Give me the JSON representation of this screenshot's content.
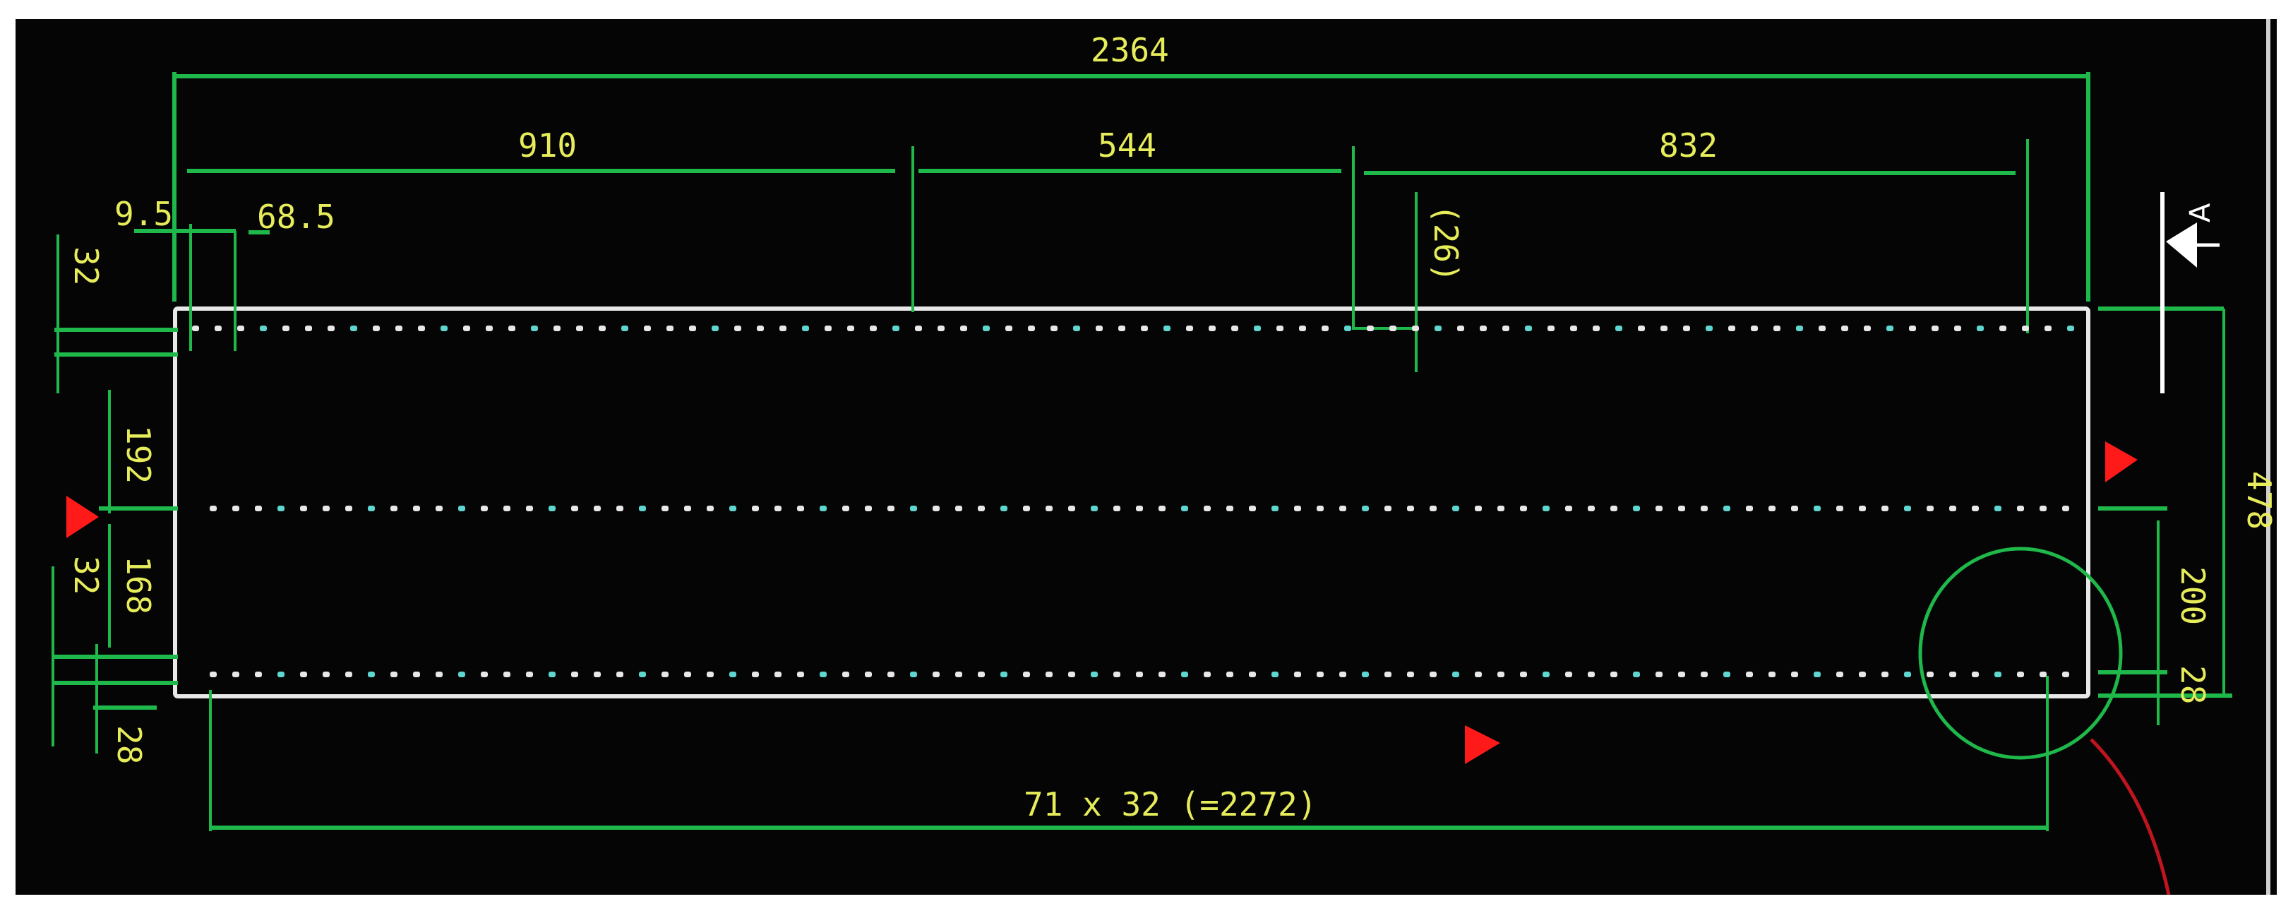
{
  "drawing": {
    "background": "#050505",
    "dimension_color": "#1fb84a",
    "text_color": "#e6ec5a",
    "outline_color": "#e8e8e8",
    "marker_color": "#ff1a1a",
    "rebar_dot_colors": [
      "#e8e8e8",
      "#5fd6d0"
    ]
  },
  "dimensions": {
    "overall_length": "2364",
    "segment_1": "910",
    "segment_2": "544",
    "segment_3": "832",
    "left_offset_a": "9.5",
    "left_offset_b": "68.5",
    "offset_26": "(26)",
    "left_top_cover": "32",
    "left_upper_spacing": "192",
    "left_mid_cover": "32",
    "left_lower_spacing": "168",
    "left_bottom_cover": "28",
    "right_overall_height": "478",
    "right_spacing": "200",
    "right_bottom_cover": "28",
    "bottom_spacing": "71 x 32 (=2272)"
  },
  "section_marker": {
    "label": "A",
    "icon": "section-arrow-icon"
  },
  "markers": [
    {
      "icon": "red-triangle-marker-icon",
      "position": "left-middle"
    },
    {
      "icon": "red-triangle-marker-icon",
      "position": "right-upper"
    },
    {
      "icon": "red-triangle-marker-icon",
      "position": "bottom-center"
    }
  ],
  "detail_callout": {
    "icon": "detail-circle-icon",
    "leader_color": "#c0141e"
  }
}
